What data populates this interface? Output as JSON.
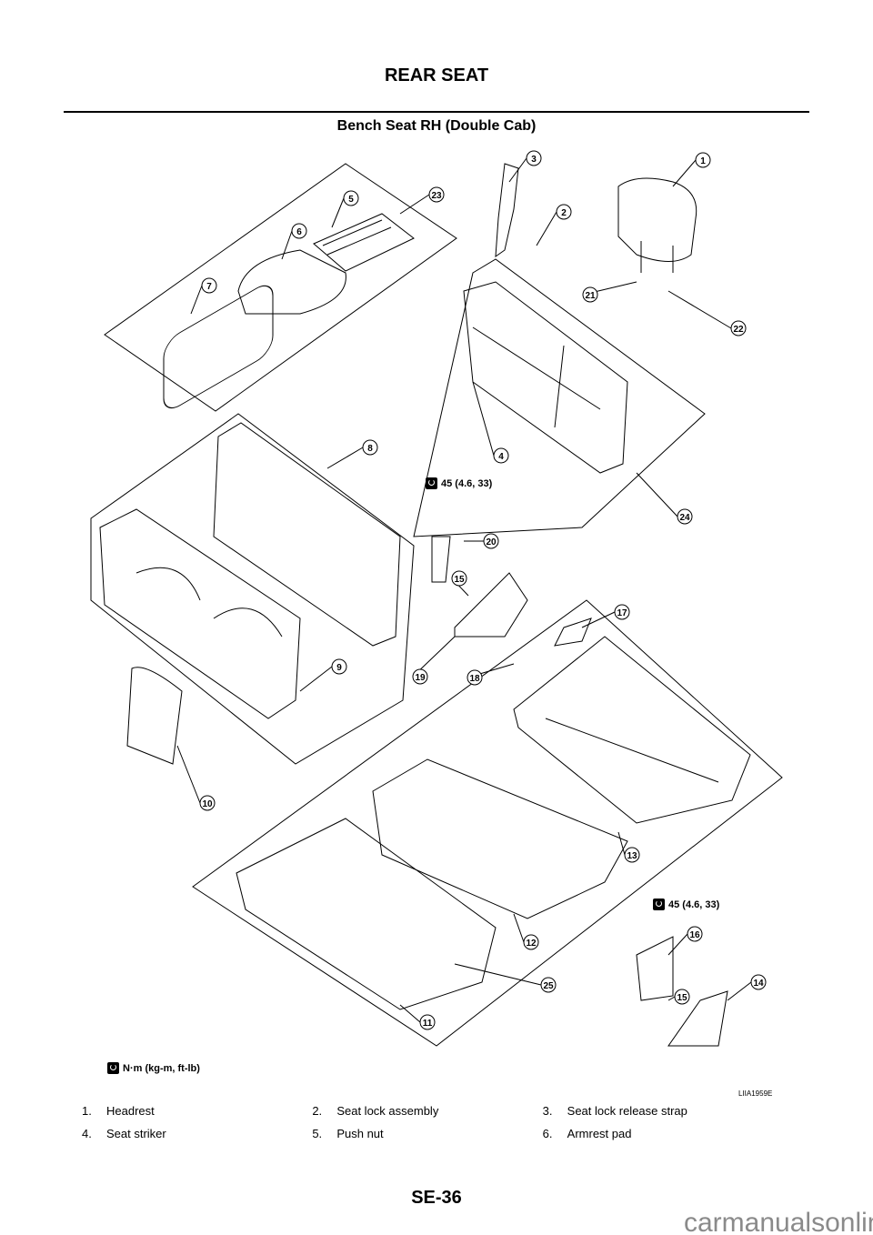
{
  "header": {
    "title": "REAR SEAT",
    "subtitle": "Bench Seat RH (Double Cab)"
  },
  "diagram": {
    "callouts": [
      "3",
      "1",
      "23",
      "5",
      "2",
      "6",
      "7",
      "21",
      "22",
      "8",
      "4",
      "24",
      "20",
      "15",
      "17",
      "9",
      "19",
      "18",
      "10",
      "13",
      "12",
      "16",
      "14",
      "15",
      "25",
      "11"
    ],
    "torque_labels": [
      "45 (4.6, 33)",
      "45 (4.6, 33)"
    ],
    "unit_legend": "N·m (kg-m, ft-lb)",
    "figure_code": "LIIA1959E"
  },
  "legend": [
    {
      "num": "1.",
      "label": "Headrest"
    },
    {
      "num": "2.",
      "label": "Seat lock assembly"
    },
    {
      "num": "3.",
      "label": "Seat lock release strap"
    },
    {
      "num": "4.",
      "label": "Seat striker"
    },
    {
      "num": "5.",
      "label": "Push nut"
    },
    {
      "num": "6.",
      "label": "Armrest pad"
    }
  ],
  "footer": {
    "page_number": "SE-36",
    "watermark": "carmanualsonline.info"
  }
}
